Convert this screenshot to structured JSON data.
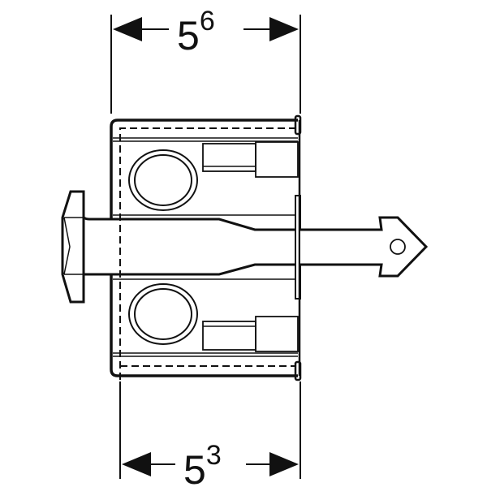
{
  "diagram": {
    "type": "technical-drawing",
    "subject": "flush box with actuation key (side view)",
    "line_color": "#111111",
    "background": "#ffffff",
    "dimensions": {
      "top": {
        "base": "5",
        "superscript": "6"
      },
      "bottom": {
        "base": "5",
        "superscript": "3"
      }
    }
  }
}
